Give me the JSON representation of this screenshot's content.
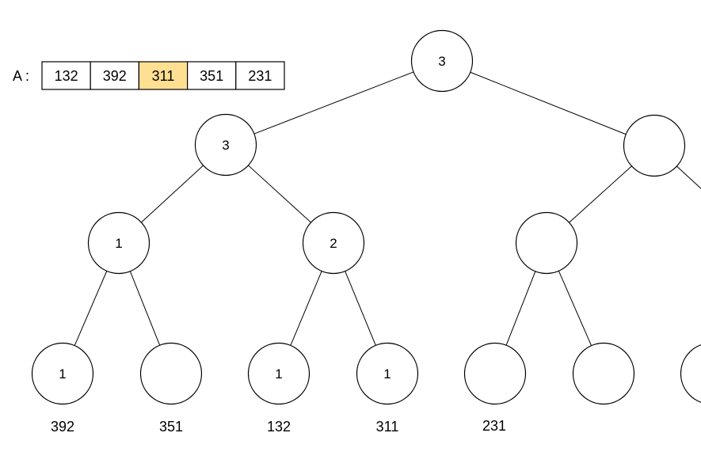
{
  "array": {
    "label": "A :",
    "cells": [
      "132",
      "392",
      "311",
      "351",
      "231"
    ],
    "highlight_index": 2,
    "highlight_color": "#ffdf92",
    "cell_color": "#ffffff"
  },
  "tree": {
    "nodes": [
      {
        "id": "root",
        "value": "3"
      },
      {
        "id": "l",
        "value": "3"
      },
      {
        "id": "r",
        "value": ""
      },
      {
        "id": "ll",
        "value": "1"
      },
      {
        "id": "lr",
        "value": "2"
      },
      {
        "id": "rl",
        "value": ""
      },
      {
        "id": "lll",
        "value": "1"
      },
      {
        "id": "llr",
        "value": ""
      },
      {
        "id": "lrl",
        "value": "1"
      },
      {
        "id": "lrr",
        "value": "1"
      },
      {
        "id": "rll",
        "value": ""
      },
      {
        "id": "rlr",
        "value": ""
      },
      {
        "id": "rrl",
        "value": ""
      }
    ],
    "edges": [
      [
        "root",
        "l"
      ],
      [
        "root",
        "r"
      ],
      [
        "l",
        "ll"
      ],
      [
        "l",
        "lr"
      ],
      [
        "r",
        "rl"
      ],
      [
        "r",
        "rr_offscreen"
      ],
      [
        "ll",
        "lll"
      ],
      [
        "ll",
        "llr"
      ],
      [
        "lr",
        "lrl"
      ],
      [
        "lr",
        "lrr"
      ],
      [
        "rl",
        "rll"
      ],
      [
        "rl",
        "rlr"
      ]
    ],
    "leaf_labels": [
      "392",
      "351",
      "132",
      "311",
      "231"
    ]
  }
}
